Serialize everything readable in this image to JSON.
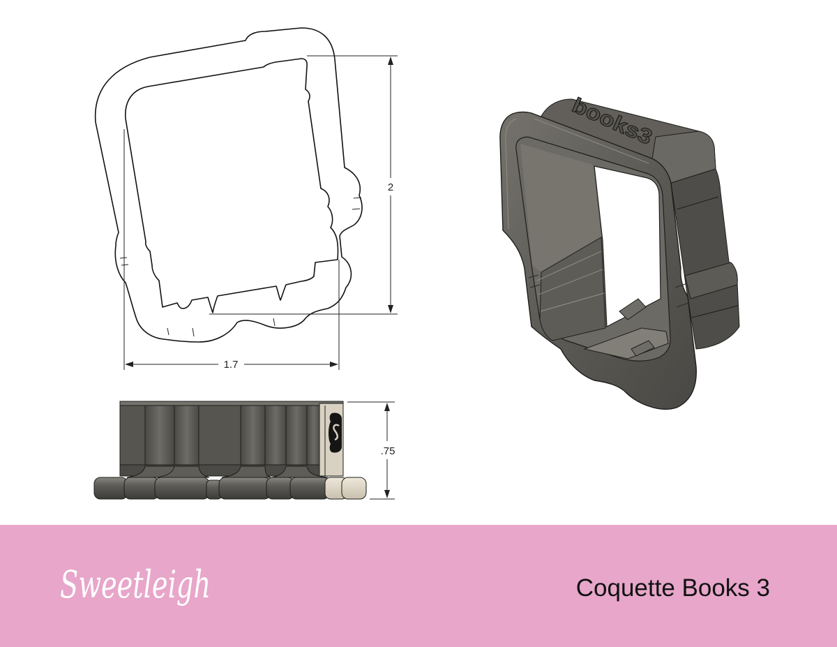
{
  "drawing": {
    "top_view": {
      "height_dimension": "2",
      "width_dimension": "1.7"
    },
    "side_view": {
      "depth_dimension": ".75"
    },
    "render_3d": {
      "emboss_text": "books3"
    }
  },
  "footer": {
    "brand_logo": "Sweetleigh",
    "product_name": "Coquette Books 3"
  },
  "colors": {
    "band": "#e7a6ca",
    "brand_text": "#ffffff",
    "title_text": "#111111",
    "cutter_body": "#56554f",
    "cutter_end": "#d9d1c2"
  }
}
